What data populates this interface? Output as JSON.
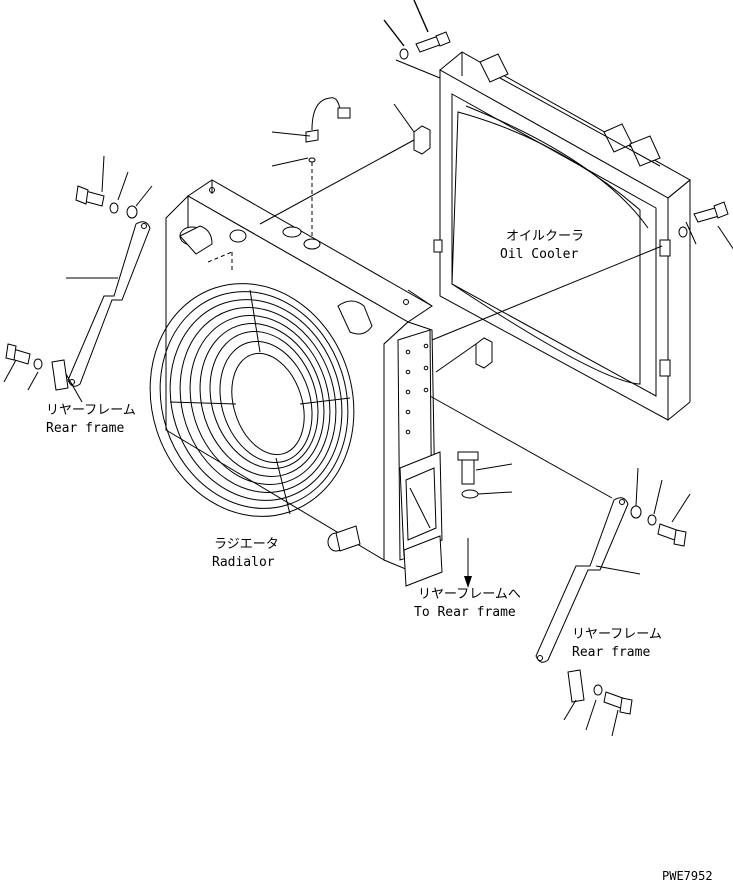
{
  "labels": {
    "oil_cooler_jp": "オイルクーラ",
    "oil_cooler_en": "Oil Cooler",
    "radiator_jp": "ラジエータ",
    "radiator_en": "Radialor",
    "rear_frame_left_jp": "リヤーフレーム",
    "rear_frame_left_en": "Rear frame",
    "rear_frame_right_jp": "リヤーフレーム",
    "rear_frame_right_en": "Rear frame",
    "to_rear_frame_jp": "リヤーフレームへ",
    "to_rear_frame_en": "To Rear frame"
  },
  "drawing_number": "PWE7952"
}
